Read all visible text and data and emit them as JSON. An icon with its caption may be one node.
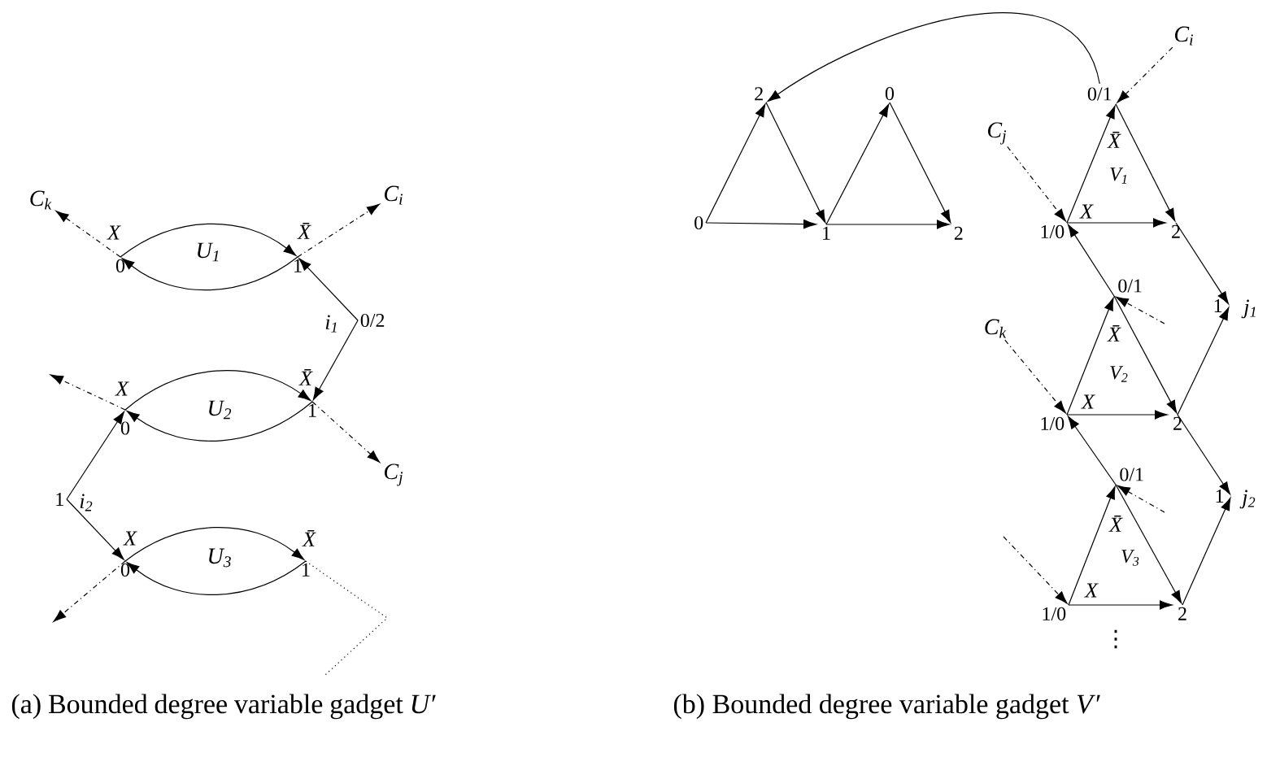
{
  "diagram": {
    "nodes": [
      {
        "text": [
          "0"
        ],
        "beside": [
          "X"
        ]
      },
      {
        "text": [
          "1"
        ],
        "beside": [
          "X̄"
        ]
      },
      {
        "text": [
          "0/2"
        ],
        "beside": [
          "i$_{1}$"
        ]
      },
      {
        "text": [
          "0"
        ],
        "beside": [
          "X"
        ]
      },
      {
        "text": [
          "1"
        ],
        "beside": [
          "X̄"
        ]
      },
      {
        "text": [
          "1"
        ],
        "beside": [
          "i$_{2}$"
        ]
      },
      {
        "text": [
          "0"
        ],
        "beside": [
          "X"
        ]
      },
      {
        "text": [
          "1"
        ],
        "beside": [
          "X̄"
        ]
      },
      {
        "text": [
          "C$_{k}$"
        ]
      },
      {
        "text": [
          "C$_{i}$"
        ]
      },
      {
        "text": [
          "C$_{j}$"
        ]
      },
      {
        "text": [
          "0"
        ]
      },
      {
        "text": [
          "2"
        ]
      },
      {
        "text": [
          "1"
        ]
      },
      {
        "text": [
          "0"
        ]
      },
      {
        "text": [
          "2"
        ]
      },
      {
        "text": [
          "0/1"
        ],
        "beside": [
          "X̄"
        ]
      },
      {
        "text": [
          "1/0"
        ],
        "beside": [
          "X"
        ]
      },
      {
        "text": [
          "2"
        ]
      },
      {
        "text": [
          "1"
        ],
        "beside": [
          "j$_{1}$"
        ]
      },
      {
        "text": [
          "0/1"
        ],
        "beside": [
          "X̄"
        ]
      },
      {
        "text": [
          "1/0"
        ],
        "beside": [
          "X"
        ]
      },
      {
        "text": [
          "2"
        ]
      },
      {
        "text": [
          "1"
        ],
        "beside": [
          "j$_{2}$"
        ]
      },
      {
        "text": [
          "0/1"
        ],
        "beside": [
          "X̄"
        ]
      },
      {
        "text": [
          "1/0"
        ],
        "beside": [
          "X"
        ]
      },
      {
        "text": [
          "2"
        ]
      },
      {
        "text": [
          "C$_{i}$"
        ]
      },
      {
        "text": [
          "C$_{j}$"
        ]
      },
      {
        "text": [
          "C$_{k}$"
        ]
      }
    ],
    "edges": [
      {
        "from": 0,
        "to": 1,
        "arrow": "to"
      },
      {
        "from": 1,
        "to": 0,
        "arrow": "to"
      },
      {
        "from": 0,
        "to": 8,
        "arrow": "to",
        "style": "dashed"
      },
      {
        "from": 1,
        "to": 9,
        "arrow": "to",
        "style": "dashed"
      },
      {
        "from": 2,
        "to": 1,
        "arrow": "to"
      },
      {
        "from": 2,
        "to": 4,
        "arrow": "to"
      },
      {
        "from": 3,
        "to": 4,
        "arrow": "to"
      },
      {
        "from": 4,
        "to": 3,
        "arrow": "to"
      },
      {
        "from": 3,
        "to": null,
        "arrow": "to",
        "style": "dashed"
      },
      {
        "from": 4,
        "to": 10,
        "arrow": "to",
        "style": "dashed"
      },
      {
        "from": 5,
        "to": 3,
        "arrow": "to"
      },
      {
        "from": 5,
        "to": 6,
        "arrow": "to"
      },
      {
        "from": 6,
        "to": 7,
        "arrow": "to"
      },
      {
        "from": 7,
        "to": 6,
        "arrow": "to"
      },
      {
        "from": 6,
        "to": null,
        "arrow": "to",
        "style": "dashed"
      },
      {
        "from": 7,
        "to": null,
        "arrow": "none",
        "style": "dashed"
      },
      {
        "from": 11,
        "to": 12,
        "arrow": "to"
      },
      {
        "from": 12,
        "to": 13,
        "arrow": "to"
      },
      {
        "from": 11,
        "to": 13,
        "arrow": "to"
      },
      {
        "from": 13,
        "to": 14,
        "arrow": "to"
      },
      {
        "from": 14,
        "to": 15,
        "arrow": "to"
      },
      {
        "from": 13,
        "to": 15,
        "arrow": "to"
      },
      {
        "from": 16,
        "to": 12,
        "arrow": "to"
      },
      {
        "from": 17,
        "to": 16,
        "arrow": "to"
      },
      {
        "from": 16,
        "to": 18,
        "arrow": "to"
      },
      {
        "from": 17,
        "to": 18,
        "arrow": "to"
      },
      {
        "from": 27,
        "to": 16,
        "arrow": "to",
        "style": "dashed"
      },
      {
        "from": 28,
        "to": 17,
        "arrow": "to",
        "style": "dashed"
      },
      {
        "from": 18,
        "to": 19,
        "arrow": "to"
      },
      {
        "from": 20,
        "to": 17,
        "arrow": "to"
      },
      {
        "from": null,
        "to": 20,
        "arrow": "to",
        "style": "dashed"
      },
      {
        "from": 21,
        "to": 20,
        "arrow": "to"
      },
      {
        "from": 20,
        "to": 22,
        "arrow": "to"
      },
      {
        "from": 21,
        "to": 22,
        "arrow": "to"
      },
      {
        "from": 29,
        "to": 21,
        "arrow": "to",
        "style": "dashed"
      },
      {
        "from": 22,
        "to": 19,
        "arrow": "to"
      },
      {
        "from": 22,
        "to": 23,
        "arrow": "to"
      },
      {
        "from": 24,
        "to": 21,
        "arrow": "to"
      },
      {
        "from": null,
        "to": 24,
        "arrow": "to",
        "style": "dashed"
      },
      {
        "from": 25,
        "to": 24,
        "arrow": "to"
      },
      {
        "from": 24,
        "to": 26,
        "arrow": "to"
      },
      {
        "from": 25,
        "to": 26,
        "arrow": "to"
      },
      {
        "from": 26,
        "to": 23,
        "arrow": "to"
      },
      {
        "from": null,
        "to": 25,
        "arrow": "to",
        "style": "dashed"
      }
    ],
    "labels": [
      "U$_{1}$",
      "U$_{2}$",
      "U$_{3}$",
      "V$_{1}$",
      "V$_{2}$",
      "V$_{3}$",
      "⋮",
      "(a) Bounded degree variable gadget *U*′",
      "(b) Bounded degree variable gadget *V*′"
    ]
  }
}
